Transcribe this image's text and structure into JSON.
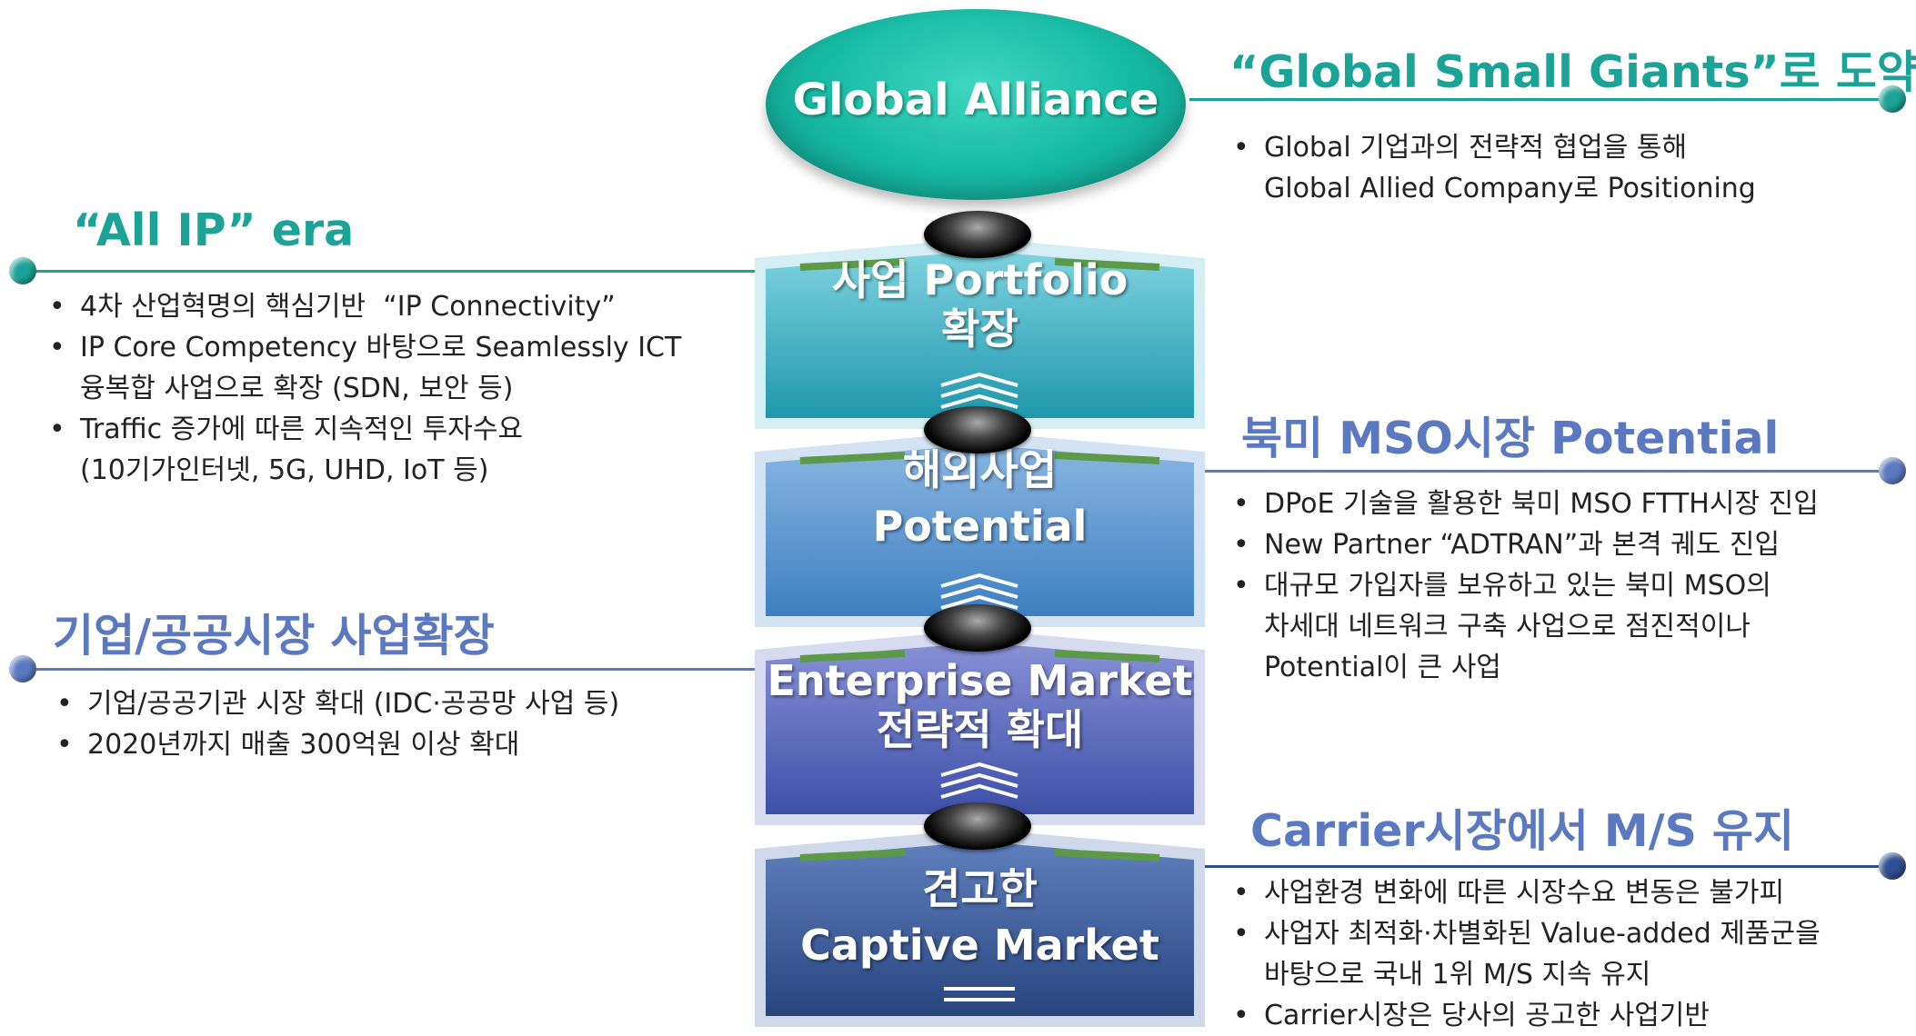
{
  "center": {
    "top_label": "Global Alliance",
    "blocks": [
      {
        "line1": "사업 Portfolio",
        "line2": "확장"
      },
      {
        "line1": "해외사업",
        "line2": "Potential"
      },
      {
        "line1": "Enterprise Market",
        "line2": "전략적 확대"
      },
      {
        "line1": "견고한",
        "line2": "Captive Market"
      }
    ]
  },
  "right_top": {
    "heading": "“Global Small Giants”로 도약",
    "bullets": [
      "Global 기업과의 전략적 협업을 통해",
      "Global Allied Company로 Positioning"
    ]
  },
  "left_top": {
    "heading": "“All IP” era",
    "bullets": [
      "4차 산업혁명의 핵심기반  “IP Connectivity”",
      "IP Core Competency 바탕으로 Seamlessly ICT",
      "융복합 사업으로 확장 (SDN, 보안 등)",
      "Traffic 증가에 따른 지속적인 투자수요",
      "(10기가인터넷, 5G, UHD, IoT 등)"
    ]
  },
  "right_mid": {
    "heading": "북미 MSO시장 Potential",
    "bullets": [
      "DPoE 기술을 활용한 북미 MSO FTTH시장 진입",
      "New Partner “ADTRAN”과 본격 궤도 진입",
      "대규모 가입자를 보유하고 있는 북미 MSO의",
      "차세대 네트워크 구축 사업으로 점진적이나",
      "Potential이 큰 사업"
    ]
  },
  "left_mid": {
    "heading": "기업/공공시장 사업확장",
    "bullets": [
      "기업/공공기관 시장 확대 (IDC·공공망 사업 등)",
      "2020년까지 매출 300억원 이상 확대"
    ]
  },
  "right_bottom": {
    "heading": "Carrier시장에서 M/S 유지",
    "bullets": [
      "사업환경 변화에 따른 시장수요 변동은 불가피",
      "사업자 최적화·차별화된 Value-added 제품군을",
      "바탕으로 국내 1위 M/S 지속 유지",
      "Carrier시장은 당사의 공고한 사업기반"
    ]
  },
  "colors": {
    "teal": "#1aa396",
    "blue": "#5a79c0",
    "block1": "#2aa9bf",
    "block2": "#4a8ec9",
    "block3": "#4b5fb3",
    "block4": "#2e4e8f"
  }
}
